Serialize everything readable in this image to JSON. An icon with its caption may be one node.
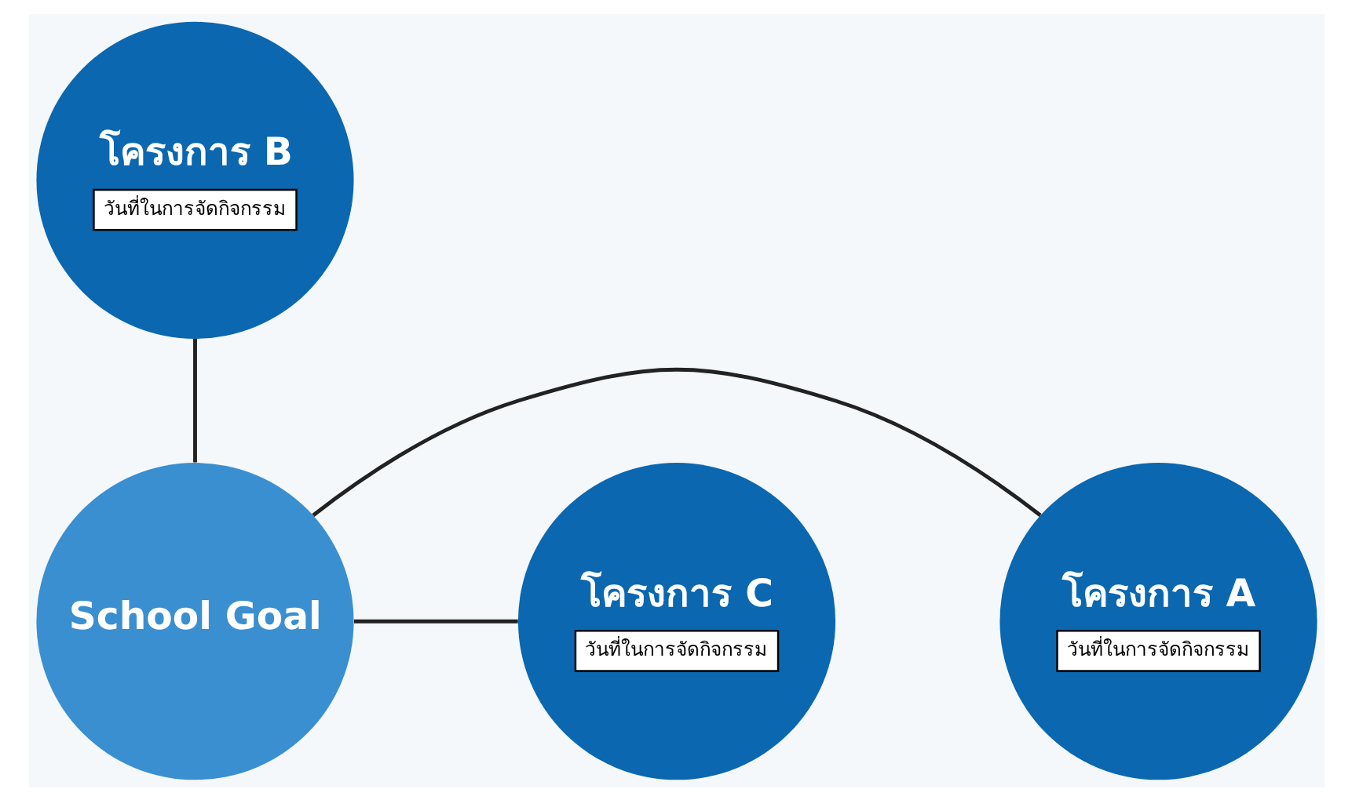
{
  "diagram": {
    "nodes": [
      {
        "text": [
          "โครงการ B",
          "วันที่ในการจัดกิจกรรม"
        ]
      },
      {
        "text": [
          "โครงการ A",
          "วันที่ในการจัดกิจกรรม"
        ]
      },
      {
        "text": [
          "School Goal"
        ]
      },
      {
        "text": [
          "โครงการ C",
          "วันที่ในการจัดกิจกรรม"
        ]
      }
    ],
    "edges": [
      {
        "from": 2,
        "to": 0,
        "arrow": "none"
      },
      {
        "from": 2,
        "to": 1,
        "arrow": "none"
      },
      {
        "from": 2,
        "to": 3,
        "arrow": "none"
      }
    ]
  }
}
